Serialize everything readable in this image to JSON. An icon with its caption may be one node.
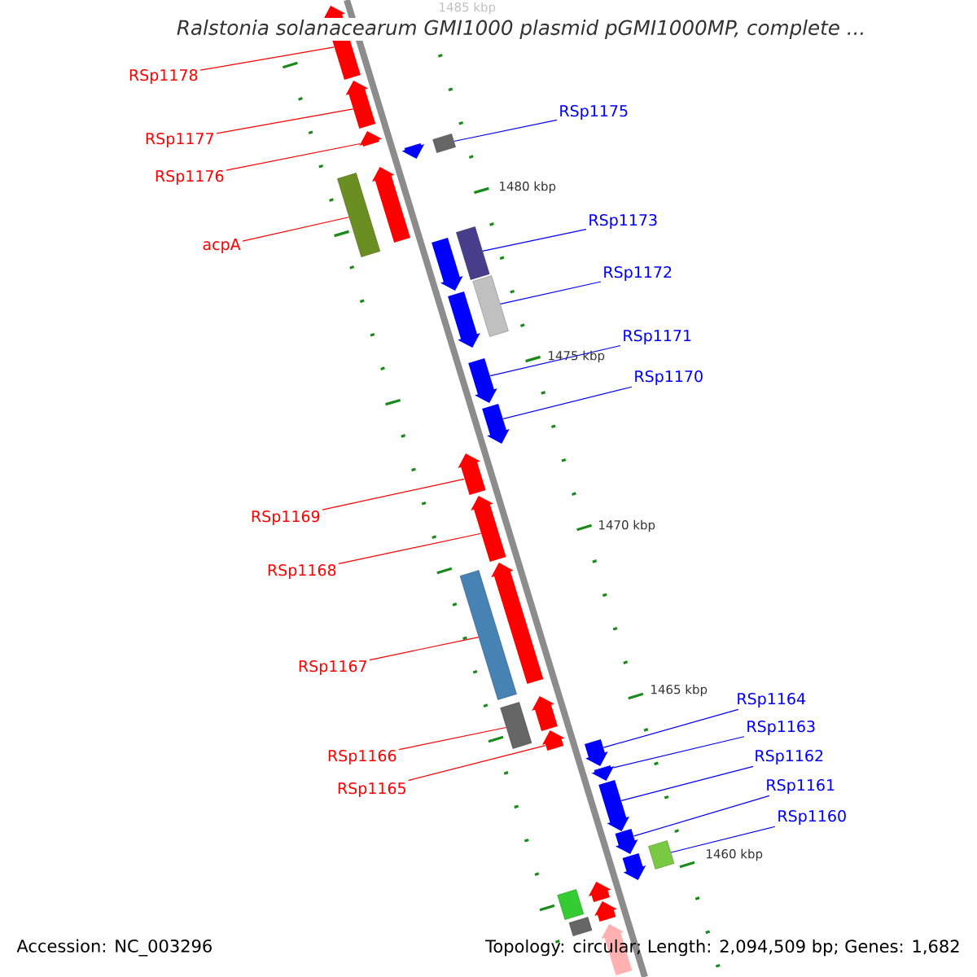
{
  "diagram": {
    "title": "Ralstonia solanacearum GMI1000 plasmid pGMI1000MP, complete ...",
    "nodes": [
      {
        "text": [
          "RSp1178"
        ]
      },
      {
        "text": [],
        "shape": "arrow"
      },
      {
        "text": [
          "RSp1177"
        ]
      },
      {
        "text": [],
        "shape": "arrow"
      },
      {
        "text": [
          "RSp1176"
        ]
      },
      {
        "text": [],
        "shape": "arrow"
      },
      {
        "text": [
          "acpA"
        ]
      },
      {
        "text": [],
        "shape": "box"
      },
      {
        "text": [
          "RSp1175"
        ]
      },
      {
        "text": [],
        "shape": "box"
      },
      {
        "text": [
          "RSp1173"
        ]
      },
      {
        "text": [],
        "shape": "box"
      },
      {
        "text": [
          "RSp1172"
        ]
      },
      {
        "text": [],
        "shape": "box"
      },
      {
        "text": [
          "RSp1171"
        ]
      },
      {
        "text": [],
        "shape": "arrow"
      },
      {
        "text": [
          "RSp1170"
        ]
      },
      {
        "text": [],
        "shape": "arrow"
      },
      {
        "text": [
          "RSp1169"
        ]
      },
      {
        "text": [],
        "shape": "arrow"
      },
      {
        "text": [
          "RSp1168"
        ]
      },
      {
        "text": [],
        "shape": "arrow"
      },
      {
        "text": [
          "RSp1167"
        ]
      },
      {
        "text": [],
        "shape": "box"
      },
      {
        "text": [
          "RSp1166"
        ]
      },
      {
        "text": [],
        "shape": "box"
      },
      {
        "text": [
          "RSp1165"
        ]
      },
      {
        "text": [],
        "shape": "arrow"
      },
      {
        "text": [
          "RSp1164"
        ]
      },
      {
        "text": [],
        "shape": "arrow"
      },
      {
        "text": [
          "RSp1163"
        ]
      },
      {
        "text": [],
        "shape": "arrow"
      },
      {
        "text": [
          "RSp1162"
        ]
      },
      {
        "text": [],
        "shape": "arrow"
      },
      {
        "text": [
          "RSp1161"
        ]
      },
      {
        "text": [],
        "shape": "arrow"
      },
      {
        "text": [
          "RSp1160"
        ]
      },
      {
        "text": [],
        "shape": "box"
      },
      {
        "text": [],
        "shape": "arrow"
      },
      {
        "text": [],
        "shape": "arrow"
      },
      {
        "text": [],
        "shape": "arrow"
      },
      {
        "text": [],
        "shape": "arrow"
      },
      {
        "text": [],
        "shape": "arrow"
      },
      {
        "text": [],
        "shape": "arrow"
      },
      {
        "text": [],
        "shape": "arrow"
      },
      {
        "text": [],
        "shape": "arrow"
      },
      {
        "text": [],
        "shape": "box"
      },
      {
        "text": [],
        "shape": "arrow"
      },
      {
        "text": [],
        "shape": "box"
      },
      {
        "text": [],
        "shape": "arrow"
      }
    ],
    "edges": [
      {
        "from": 0,
        "to": 1,
        "arrow": "none",
        "color": "#ff0000"
      },
      {
        "from": 2,
        "to": 3,
        "arrow": "none",
        "color": "#ff0000"
      },
      {
        "from": 4,
        "to": 5,
        "arrow": "none",
        "color": "#ff0000"
      },
      {
        "from": 6,
        "to": 7,
        "arrow": "none",
        "color": "#ff0000"
      },
      {
        "from": 8,
        "to": 9,
        "arrow": "none",
        "color": "#0000ff"
      },
      {
        "from": 10,
        "to": 11,
        "arrow": "none",
        "color": "#0000ff"
      },
      {
        "from": 12,
        "to": 13,
        "arrow": "none",
        "color": "#0000ff"
      },
      {
        "from": 14,
        "to": 15,
        "arrow": "none",
        "color": "#0000ff"
      },
      {
        "from": 16,
        "to": 17,
        "arrow": "none",
        "color": "#0000ff"
      },
      {
        "from": 18,
        "to": 19,
        "arrow": "none",
        "color": "#ff0000"
      },
      {
        "from": 20,
        "to": 21,
        "arrow": "none",
        "color": "#ff0000"
      },
      {
        "from": 22,
        "to": 23,
        "arrow": "none",
        "color": "#ff0000"
      },
      {
        "from": 24,
        "to": 25,
        "arrow": "none",
        "color": "#ff0000"
      },
      {
        "from": 26,
        "to": 27,
        "arrow": "none",
        "color": "#ff0000"
      },
      {
        "from": 28,
        "to": 29,
        "arrow": "none",
        "color": "#0000ff"
      },
      {
        "from": 30,
        "to": 31,
        "arrow": "none",
        "color": "#0000ff"
      },
      {
        "from": 32,
        "to": 33,
        "arrow": "none",
        "color": "#0000ff"
      },
      {
        "from": 34,
        "to": 35,
        "arrow": "none",
        "color": "#0000ff"
      },
      {
        "from": 36,
        "to": 37,
        "arrow": "none",
        "color": "#0000ff"
      }
    ],
    "labels": [
      "1485 kbp",
      "1480 kbp",
      "1475 kbp",
      "1470 kbp",
      "1465 kbp",
      "1460 kbp",
      "Accession: NC_003296",
      "Topology: circular; Length: 2,094,509 bp; Genes: 1,682"
    ]
  }
}
